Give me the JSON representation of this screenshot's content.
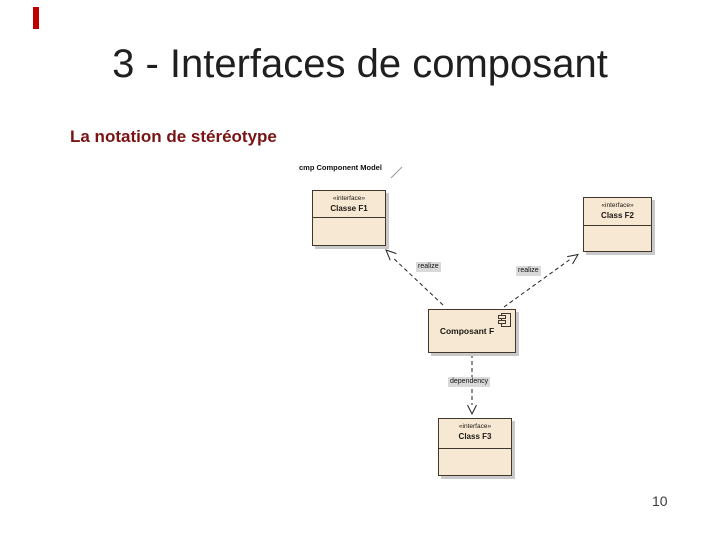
{
  "slide": {
    "title": "3 - Interfaces de composant",
    "subtitle": "La notation de stéréotype",
    "page_number": "10",
    "accent_color": "#c00000",
    "subtitle_color": "#7a1414",
    "background_color": "#ffffff"
  },
  "diagram": {
    "frame_label": "cmp Component Model",
    "nodes": [
      {
        "id": "classe-f1",
        "stereotype": "«interface»",
        "name": "Classe F1",
        "kind": "interface"
      },
      {
        "id": "class-f2",
        "stereotype": "«interface»",
        "name": "Class F2",
        "kind": "interface"
      },
      {
        "id": "composant-f",
        "stereotype": "",
        "name": "Composant F",
        "kind": "component",
        "icon": "component-icon"
      },
      {
        "id": "class-f3",
        "stereotype": "«interface»",
        "name": "Class F3",
        "kind": "interface"
      }
    ],
    "edges": [
      {
        "label": "realize",
        "type": "realization",
        "from": "composant-f",
        "to": "classe-f1"
      },
      {
        "label": "realize",
        "type": "realization",
        "from": "composant-f",
        "to": "class-f2"
      },
      {
        "label": "dependency",
        "type": "dependency",
        "from": "composant-f",
        "to": "class-f3"
      }
    ],
    "colors": {
      "node_fill": "#f6e8d2",
      "node_border": "#40382a",
      "node_shadow": "#c9c9c9",
      "edge_label_bg": "#d9d9d9",
      "line_color": "#222222"
    }
  }
}
